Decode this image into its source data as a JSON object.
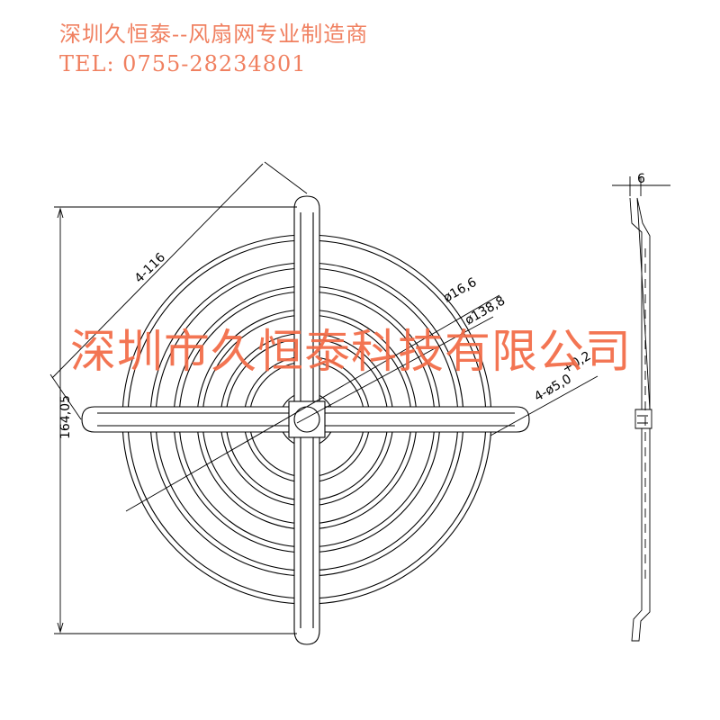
{
  "header": {
    "line1": "深圳久恒泰--风扇网专业制造商",
    "line2": "TEL: 0755-28234801"
  },
  "watermark": "深圳市久恒泰科技有限公司",
  "dimensions": {
    "diagonal": "4-116",
    "inner_diameter": "ø16,6",
    "outer_diameter": "ø138,8",
    "tolerance": "+0,2",
    "hole_diameter": "4-ø5,0",
    "overall_height": "164,05",
    "thickness": "6"
  },
  "colors": {
    "header_text": "#f08060",
    "watermark_text": "#f26a45",
    "line": "#000000"
  }
}
